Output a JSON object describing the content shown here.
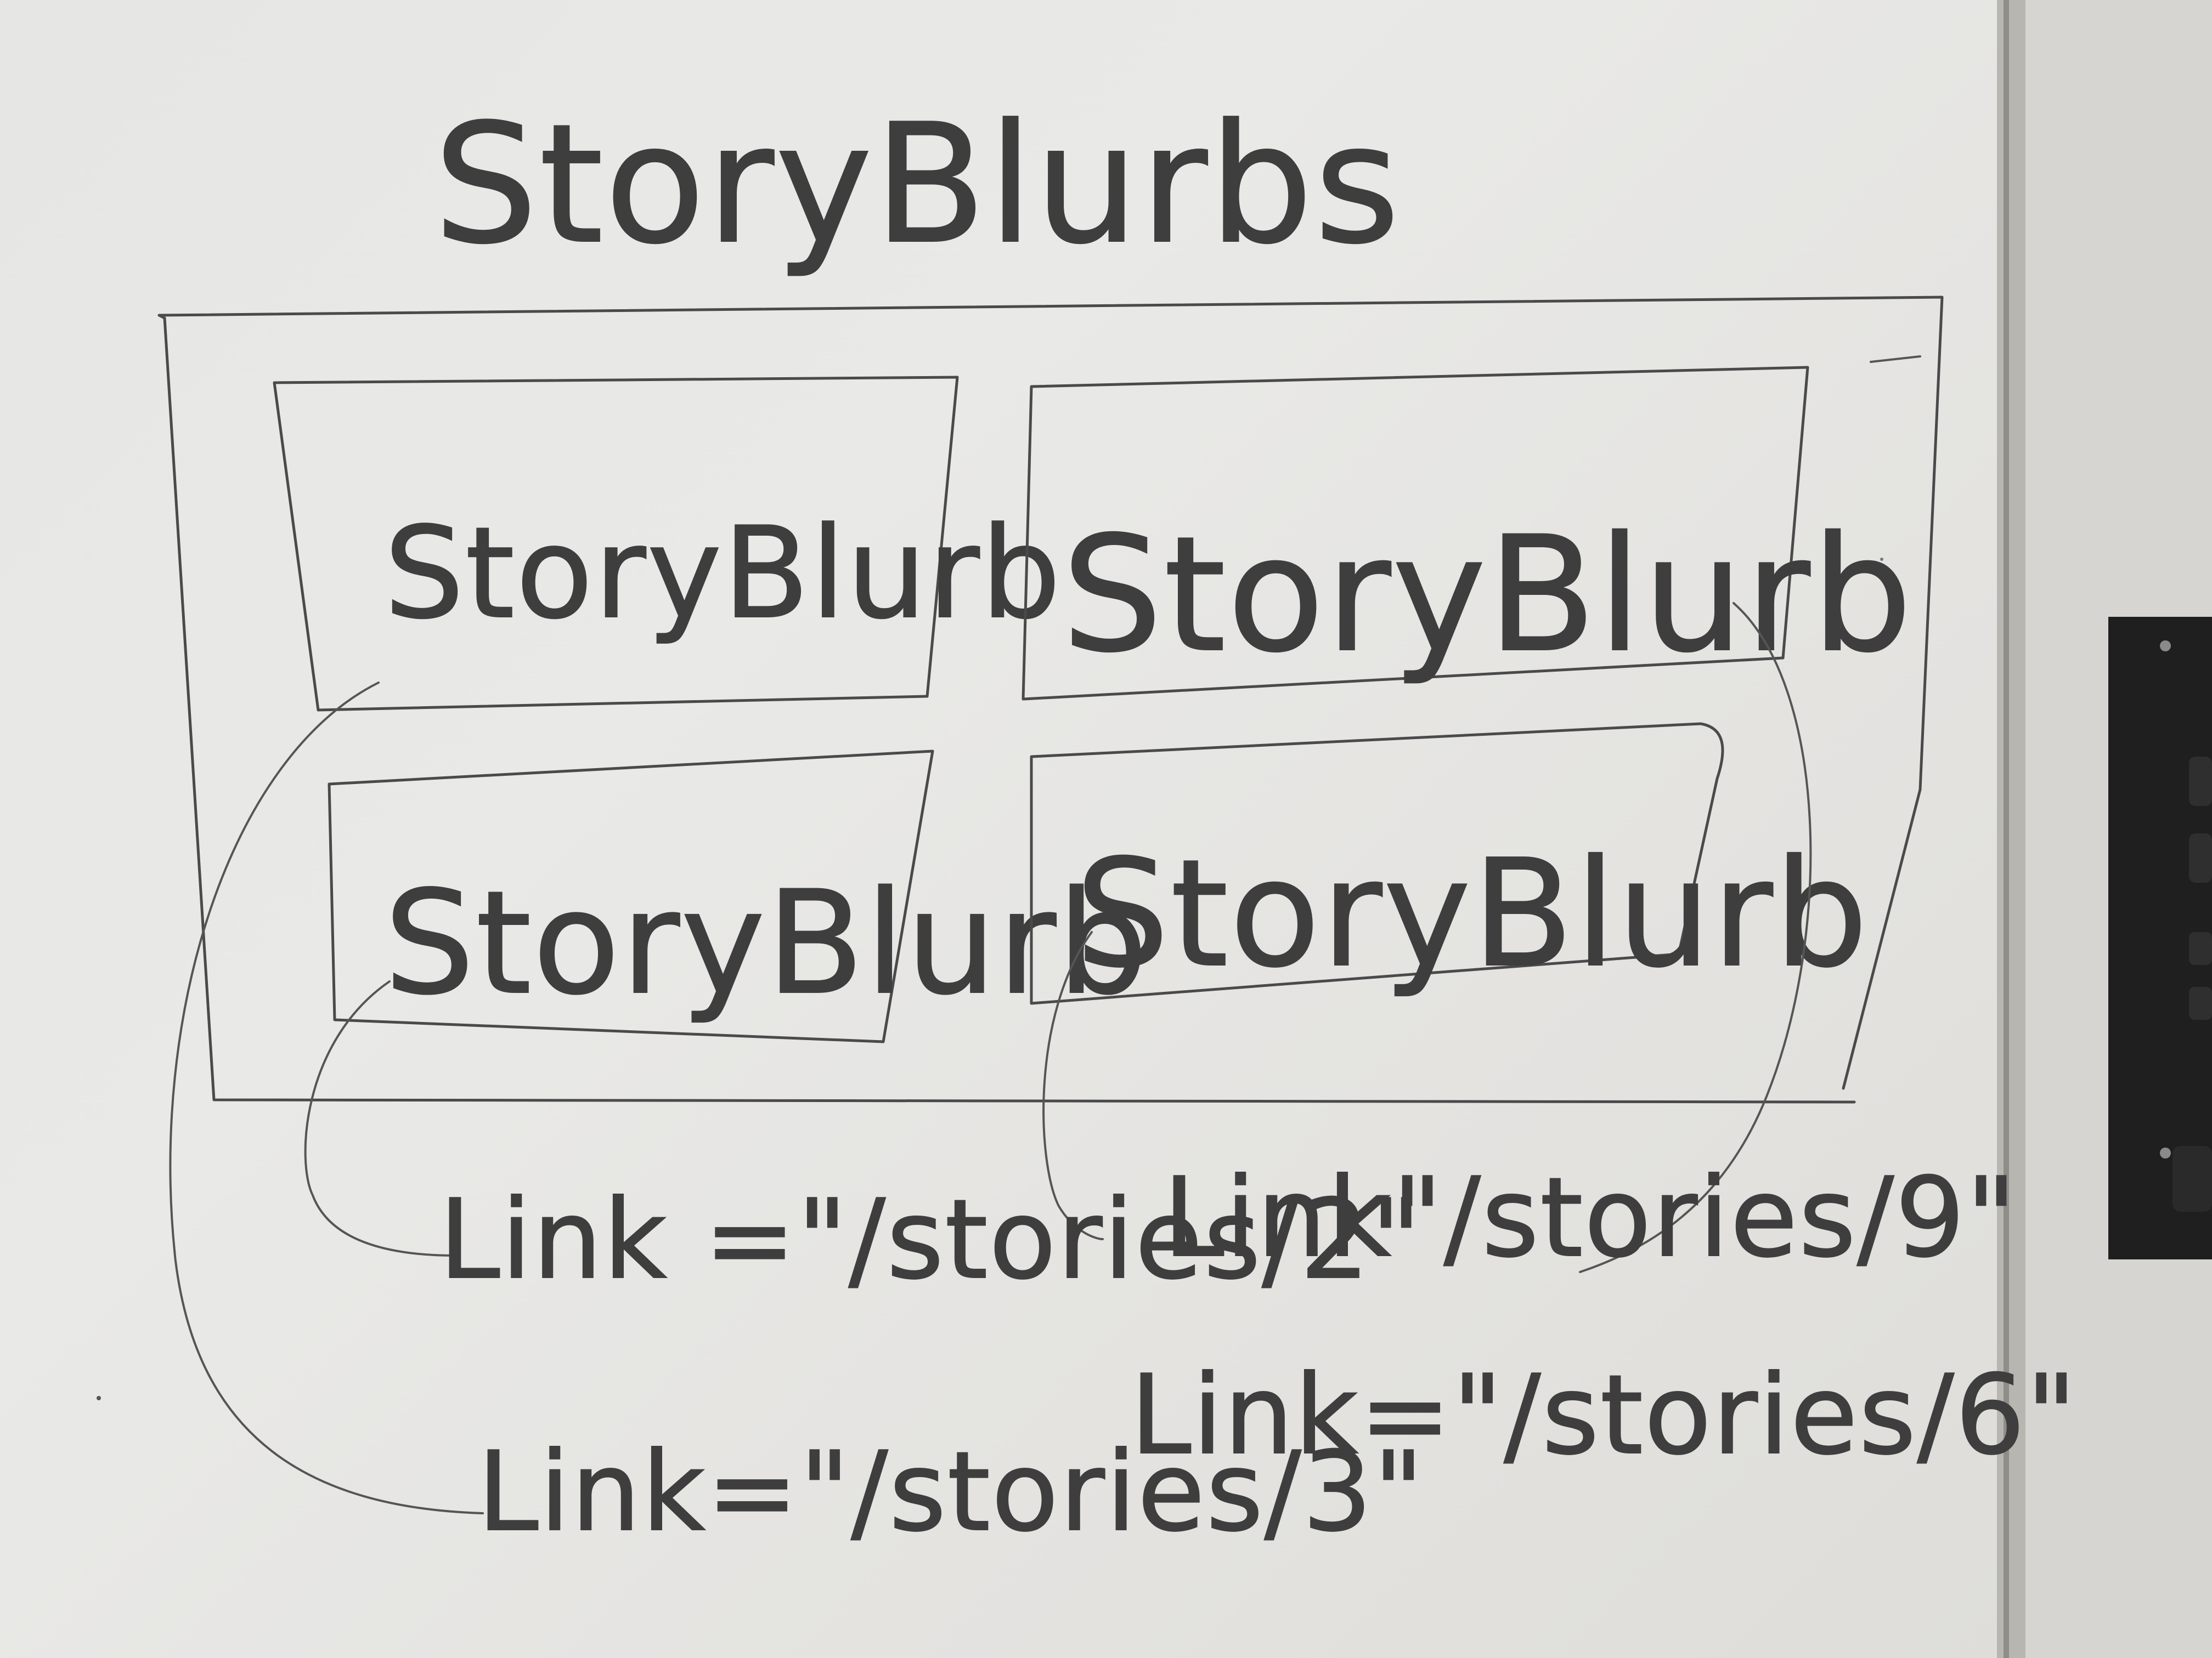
{
  "title": "StoryBlurbs",
  "blurbs": [
    {
      "label": "StoryBlurb"
    },
    {
      "label": "StoryBlurb"
    },
    {
      "label": "StoryBlurb"
    },
    {
      "label": "StoryBlurb"
    }
  ],
  "links": [
    {
      "text": "Link =\"/stories/2\""
    },
    {
      "text": "Link\"/stories/9\""
    },
    {
      "text": "Link=\"/stories/3\""
    },
    {
      "text": "Link=\"/stories/6\""
    }
  ],
  "colors": {
    "ink": "#3e3e3e",
    "board": "#e6e6e4",
    "frame": "#9a9894",
    "fixture": "#1f1f1f"
  }
}
